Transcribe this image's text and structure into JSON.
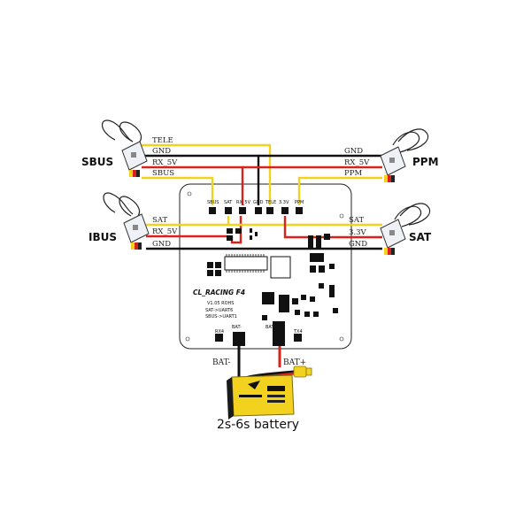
{
  "receivers": {
    "sbus": "SBUS",
    "ibus": "IBUS",
    "ppm": "PPM",
    "sat": "SAT"
  },
  "wire_labels": {
    "left_top": [
      "TELE",
      "GND",
      "RX_5V",
      "SBUS"
    ],
    "right_top": [
      "GND",
      "RX_5V",
      "PPM"
    ],
    "left_mid": [
      "SAT",
      "RX_5V",
      "GND"
    ],
    "right_mid": [
      "SAT",
      "3.3V",
      "GND"
    ]
  },
  "pins": [
    "SBUS",
    "SAT",
    "RX_5V",
    "GND",
    "TELE",
    "3.3V",
    "PPM"
  ],
  "board": {
    "title": "CL_RACING F4",
    "version": "V1.05 ROHS",
    "uart_notes": [
      "SAT->UART6",
      "SBUS->UART1"
    ],
    "rx4": "RX4",
    "bat_minus": "BAT-",
    "bat_plus": "BAT+",
    "tx4": "TX4"
  },
  "battery": {
    "minus_label": "BAT-",
    "plus_label": "BAT+",
    "caption": "2s-6s battery"
  },
  "colors": {
    "yellow": "#f2d21e",
    "red": "#d9221c",
    "black": "#111111"
  }
}
